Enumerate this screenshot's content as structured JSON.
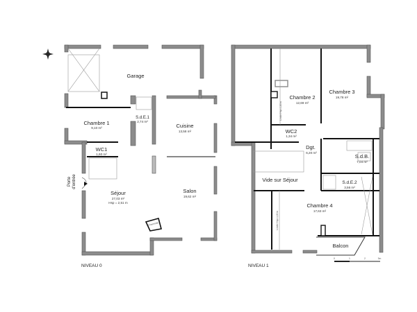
{
  "compass": {
    "icon": "north-arrow-icon"
  },
  "level0": {
    "title": "NIVEAU 0",
    "rooms": [
      {
        "name": "Garage",
        "area": ""
      },
      {
        "name": "Chambre 1",
        "area": "9,10 m²"
      },
      {
        "name": "S.d.E.1",
        "area": "2,74 m²"
      },
      {
        "name": "Cuisine",
        "area": "13,58 m²"
      },
      {
        "name": "WC1",
        "area": "1,60 m²"
      },
      {
        "name": "Séjour",
        "area": "27,03 m²",
        "extra": "Hsp = 2,51 m"
      },
      {
        "name": "Salon",
        "area": "19,62 m²"
      }
    ],
    "entrance": [
      "Porte",
      "d'entrée"
    ],
    "fireplace": "Cheminée"
  },
  "level1": {
    "title": "NIVEAU 1",
    "rooms": [
      {
        "name": "Chambre 2",
        "area": "12,69 m²"
      },
      {
        "name": "Chambre 3",
        "area": "19,78 m²"
      },
      {
        "name": "WC2",
        "area": "1,34 m²"
      },
      {
        "name": "Dgt.",
        "area": "6,20 m²"
      },
      {
        "name": "S.d.B.",
        "area": "7,04 m²"
      },
      {
        "name": "Vide sur Séjour",
        "area": ""
      },
      {
        "name": "S.d.E.2",
        "area": "3,56 m²"
      },
      {
        "name": "Chambre 4",
        "area": "17,63 m²"
      },
      {
        "name": "Balcon",
        "area": ""
      }
    ],
    "height_limit": "Limite Hsp=1,80m"
  },
  "scale_bar": {
    "ticks": [
      "0",
      "1",
      "2",
      "3m"
    ]
  }
}
